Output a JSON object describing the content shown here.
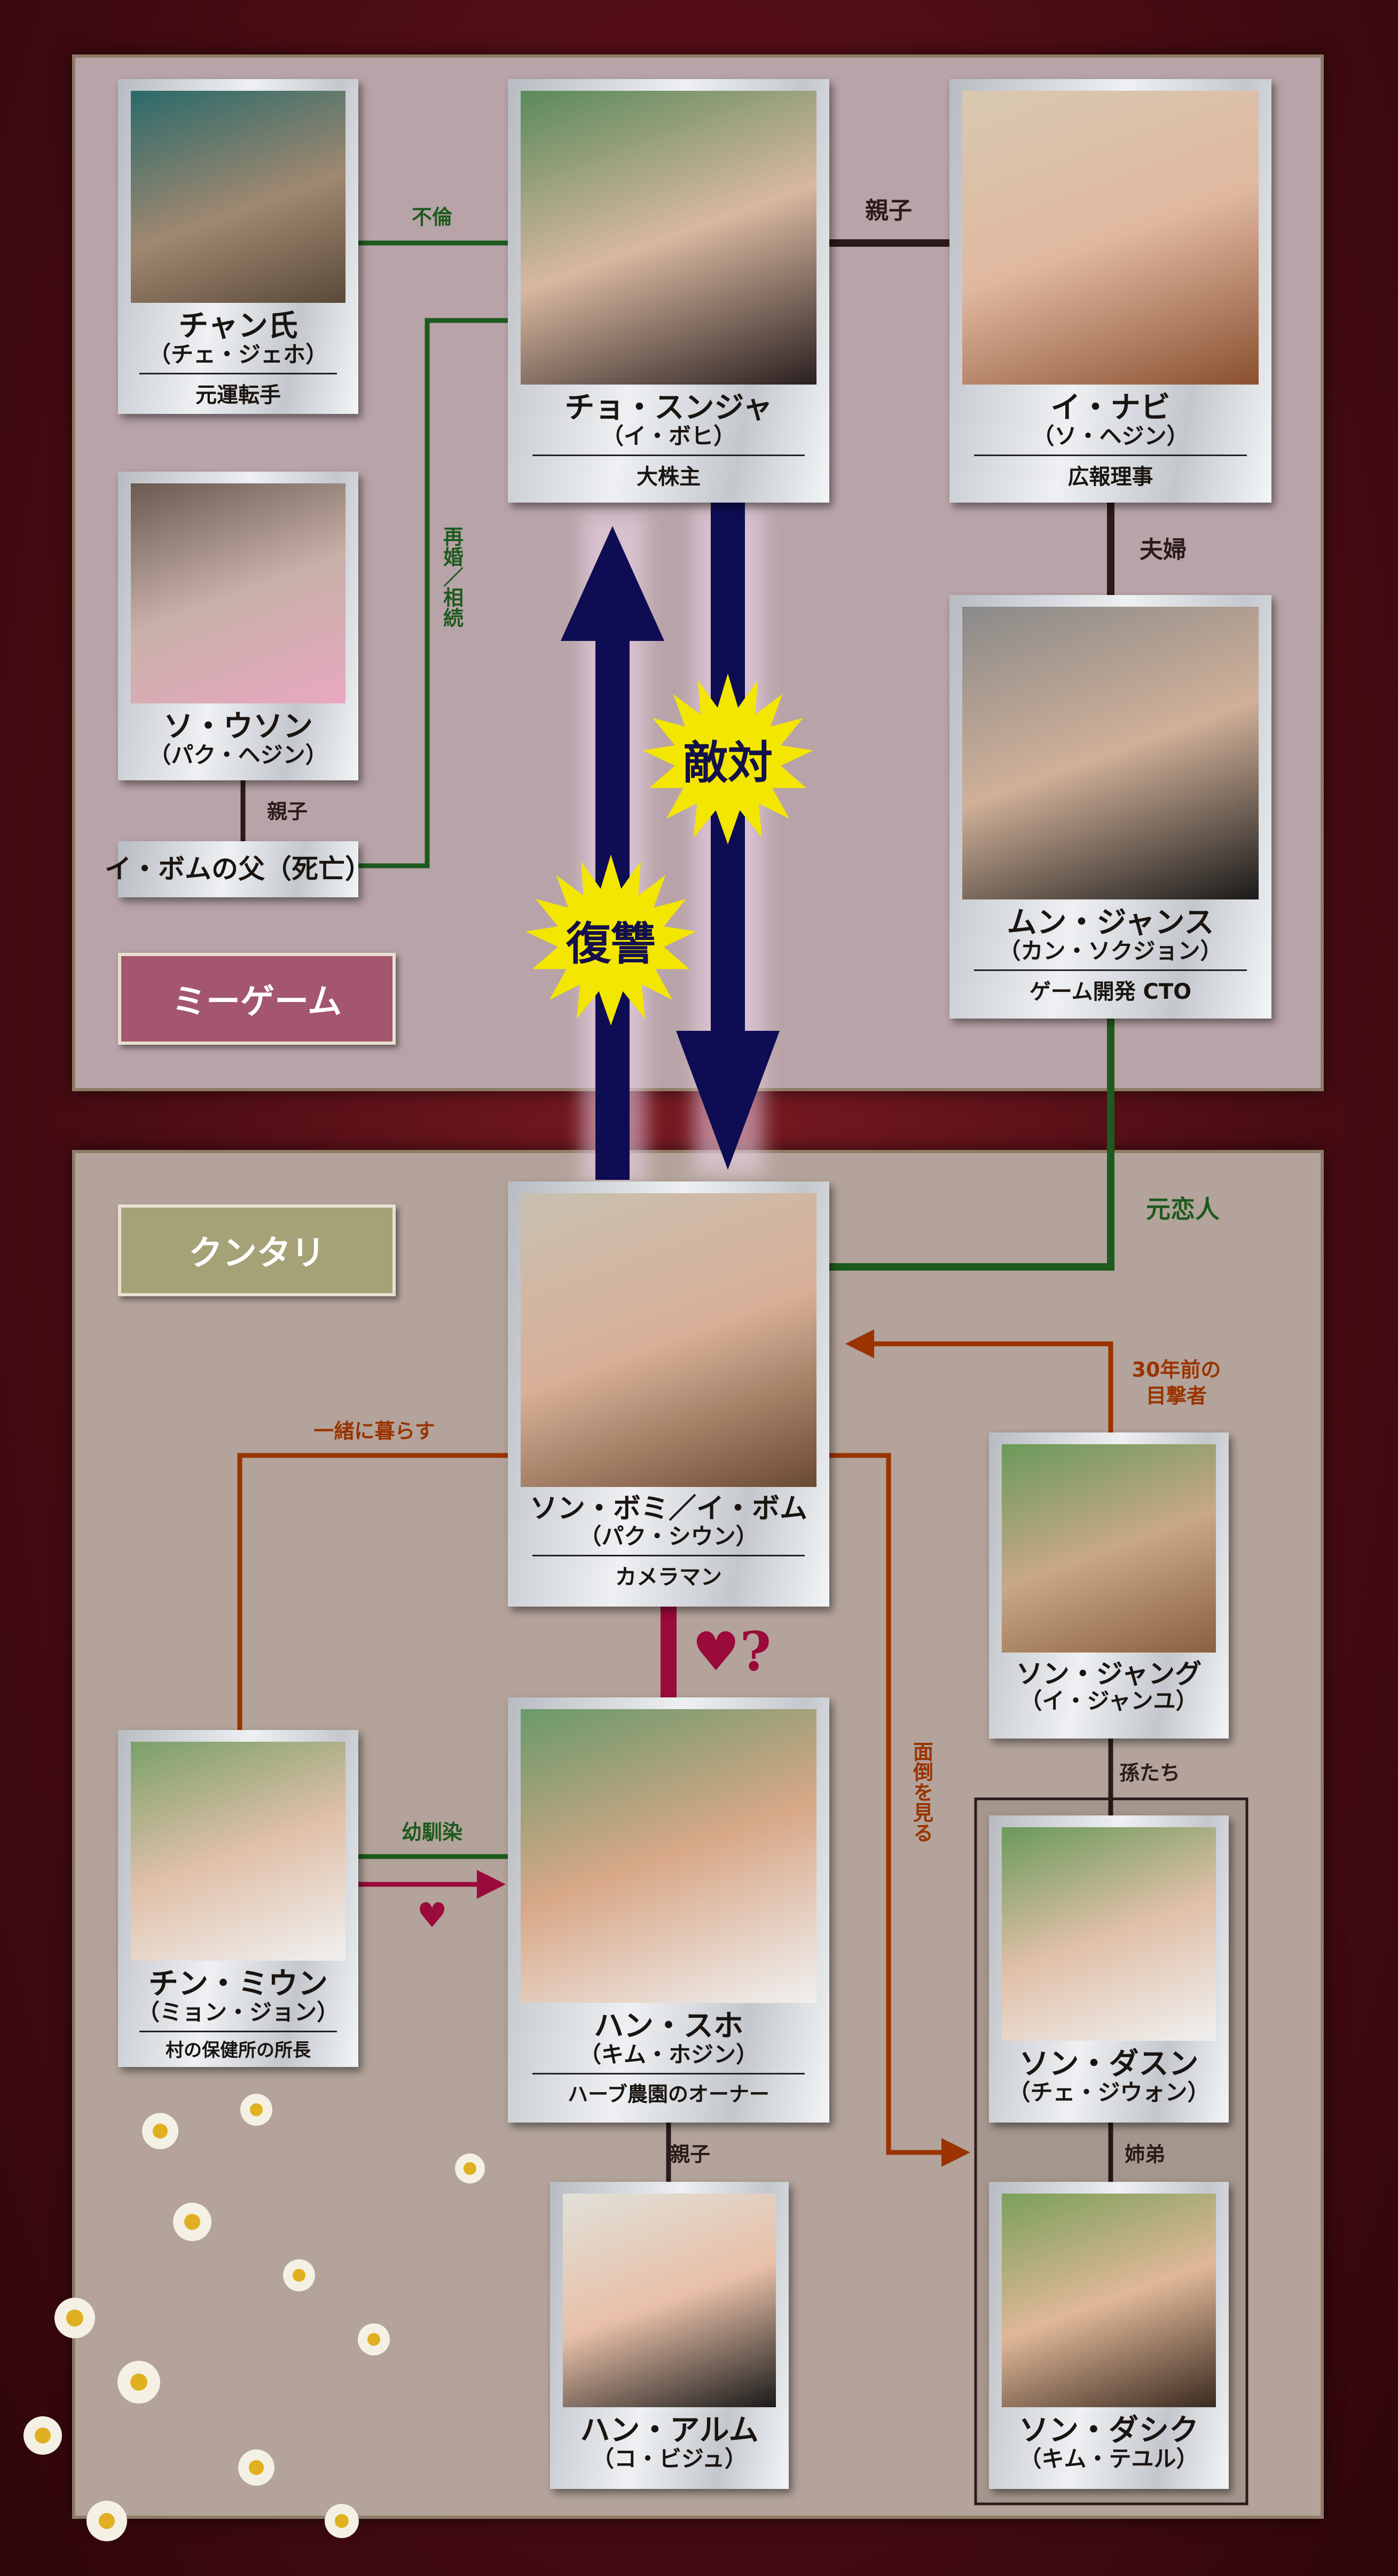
{
  "groups": {
    "top": "ミーゲーム",
    "bottom": "クンタリ"
  },
  "colors": {
    "top_panel": "#b8a3a8",
    "bottom_panel": "#b3a39a",
    "green_line": "#1d5a1d",
    "orange_line": "#9a3300",
    "navy_arrow": "#0e0c52",
    "heart": "#9a0a3a",
    "star": "#f3e600"
  },
  "characters": [
    {
      "name": "チャン氏",
      "actor": "（チェ・ジェホ）",
      "role": "元運転手"
    },
    {
      "name": "ソ・ウソン",
      "actor": "（パク・ヘジン）"
    },
    {
      "name": "イ・ボムの父（死亡）"
    },
    {
      "name": "チョ・スンジャ",
      "actor": "（イ・ボヒ）",
      "role": "大株主"
    },
    {
      "name": "イ・ナビ",
      "actor": "（ソ・ヘジン）",
      "role": "広報理事"
    },
    {
      "name": "ムン・ジャンス",
      "actor": "（カン・ソクジョン）",
      "role": "ゲーム開発 CTO"
    },
    {
      "name": "ソン・ボミ／イ・ボム",
      "actor": "（パク・シウン）",
      "role": "カメラマン"
    },
    {
      "name": "ソン・ジャング",
      "actor": "（イ・ジャンユ）"
    },
    {
      "name": "チン・ミウン",
      "actor": "（ミョン・ジョン）",
      "role": "村の保健所の所長"
    },
    {
      "name": "ハン・スホ",
      "actor": "（キム・ホジン）",
      "role": "ハーブ農園のオーナー"
    },
    {
      "name": "ハン・アルム",
      "actor": "（コ・ビジュ）"
    },
    {
      "name": "ソン・ダスン",
      "actor": "（チェ・ジウォン）"
    },
    {
      "name": "ソン・ダシク",
      "actor": "（キム・テユル）"
    }
  ],
  "relations": {
    "affair": "不倫",
    "remarriage": "再婚／相続",
    "parent_child_1": "親子",
    "parent_child_2": "親子",
    "parent_child_3": "親子",
    "married": "夫婦",
    "ex_lovers": "元恋人",
    "witness": "30年前の\n目撃者",
    "live_together": "一緒に暮らす",
    "care": "面倒を見る",
    "love_q": "♥?",
    "childhood": "幼馴染",
    "heart": "♥",
    "grandchildren": "孫たち",
    "siblings": "姉弟",
    "hostility": "敵対",
    "revenge": "復讐"
  }
}
